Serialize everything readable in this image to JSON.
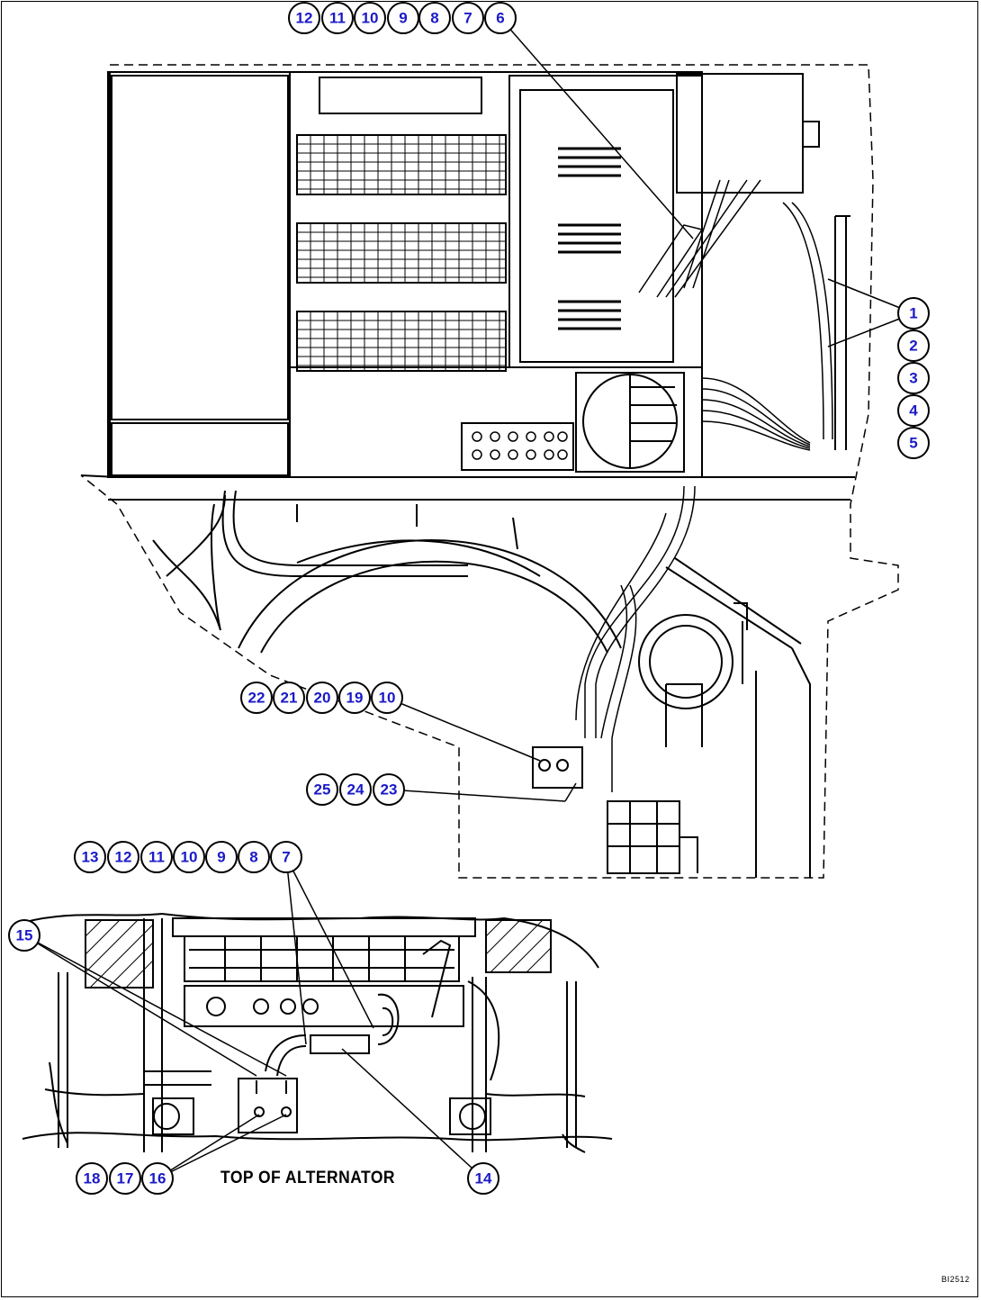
{
  "diagram": {
    "caption": "TOP OF ALTERNATOR",
    "figure_code": "BI2512",
    "callout_color": "#1a1ac8",
    "callouts": {
      "top_row": [
        "12",
        "11",
        "10",
        "9",
        "8",
        "7",
        "6"
      ],
      "right_column": [
        "1",
        "2",
        "3",
        "4",
        "5"
      ],
      "mid_row_a": [
        "22",
        "21",
        "20",
        "19",
        "10"
      ],
      "mid_row_b": [
        "25",
        "24",
        "23"
      ],
      "lower_row": [
        "13",
        "12",
        "11",
        "10",
        "9",
        "8",
        "7"
      ],
      "lower_left": [
        "15"
      ],
      "bottom_row": [
        "18",
        "17",
        "16"
      ],
      "bottom_single": [
        "14"
      ]
    }
  }
}
